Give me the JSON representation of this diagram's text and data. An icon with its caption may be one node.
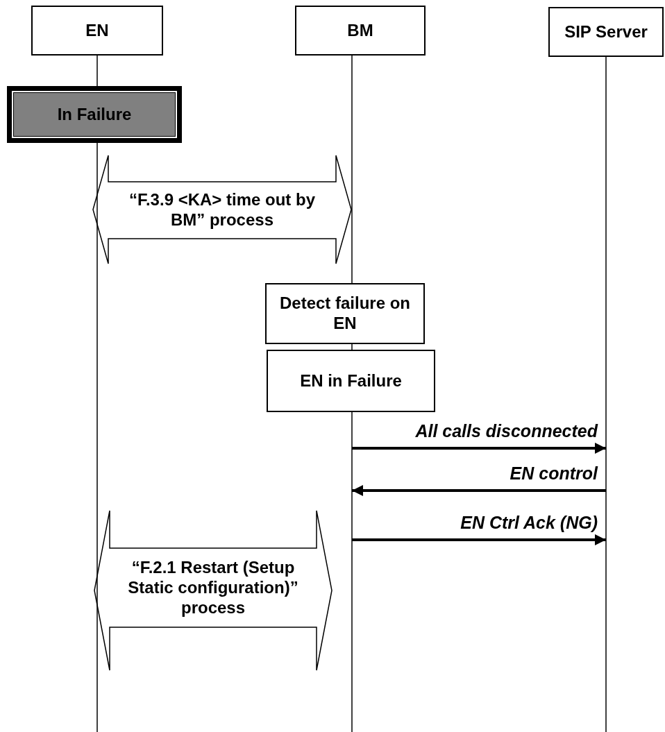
{
  "diagram": {
    "nodes": [
      {
        "text": [
          "EN"
        ]
      },
      {
        "text": [
          "BM"
        ]
      },
      {
        "text": [
          "SIP Server"
        ]
      },
      {
        "text": [
          "In Failure"
        ]
      },
      {
        "text": [
          "Detect failure on EN"
        ]
      },
      {
        "text": [
          "EN in Failure"
        ]
      }
    ],
    "edges": [
      {
        "from": 0,
        "to": 1,
        "arrow": "both",
        "label": "“F.3.9 <KA> time out by BM” process",
        "style": "thick"
      },
      {
        "from": 1,
        "to": 2,
        "arrow": "to",
        "label": "All calls disconnected"
      },
      {
        "from": 2,
        "to": 1,
        "arrow": "to",
        "label": "EN control"
      },
      {
        "from": 1,
        "to": 2,
        "arrow": "to",
        "label": "EN Ctrl Ack (NG)"
      },
      {
        "from": 0,
        "to": 1,
        "arrow": "both",
        "label": "“F.2.1 Restart (Setup Static configuration)” process",
        "style": "thick"
      }
    ]
  }
}
